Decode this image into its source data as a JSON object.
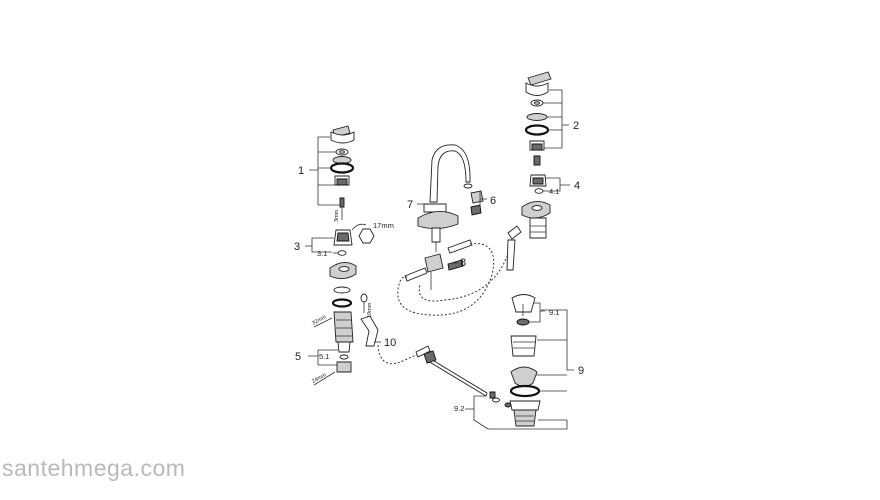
{
  "watermark": "santehmega.com",
  "callouts": {
    "c1": "1",
    "c2": "2",
    "c3": "3",
    "c3_1": "3.1",
    "c4": "4",
    "c4_1": "4.1",
    "c5": "5",
    "c5_1": "5.1",
    "c6": "6",
    "c7": "7",
    "c8": "8",
    "c9": "9",
    "c9_1": "9.1",
    "c9_2": "9.2",
    "c10": "10"
  },
  "dimensions": {
    "d17mm": "17mm",
    "d3mm": "3mm",
    "d19mm": "19mm",
    "d32mm": "32mm",
    "d24mm": "24mm"
  }
}
